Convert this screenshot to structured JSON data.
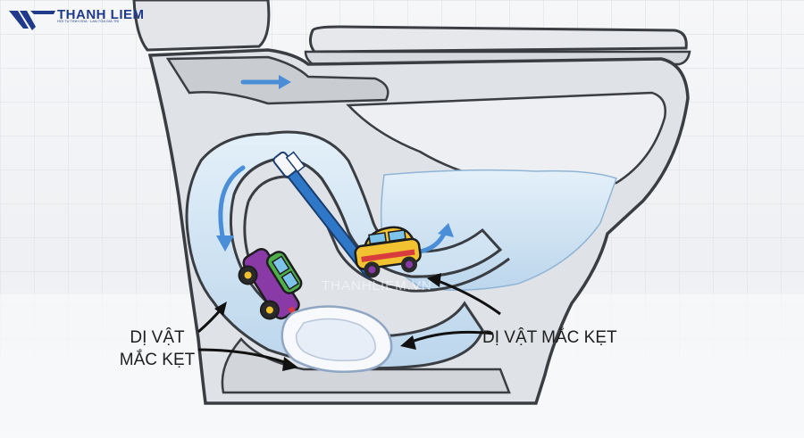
{
  "brand": {
    "name": "THANH LIEM",
    "tagline": "HỘI TỤ TINH HOA · LAN TỎA GIÁ TRỊ",
    "color": "#1f3a8a"
  },
  "labels": {
    "left_line1": "DỊ VẬT",
    "left_line2": "MẮC KẸT",
    "right": "DỊ VẬT MẮC KẸT"
  },
  "watermark": "THANHLIEM.VN",
  "colors": {
    "background": "#f4f5f7",
    "ceramic": "#dde0e4",
    "outline": "#3a3d42",
    "water": "#cfe3f3",
    "flow_arrow": "#4a8ed8",
    "toothbrush": "#2f78c8",
    "car_body": "#f2c230",
    "car_top": "#7a3aa6",
    "car_accent": "#d83c3c"
  }
}
